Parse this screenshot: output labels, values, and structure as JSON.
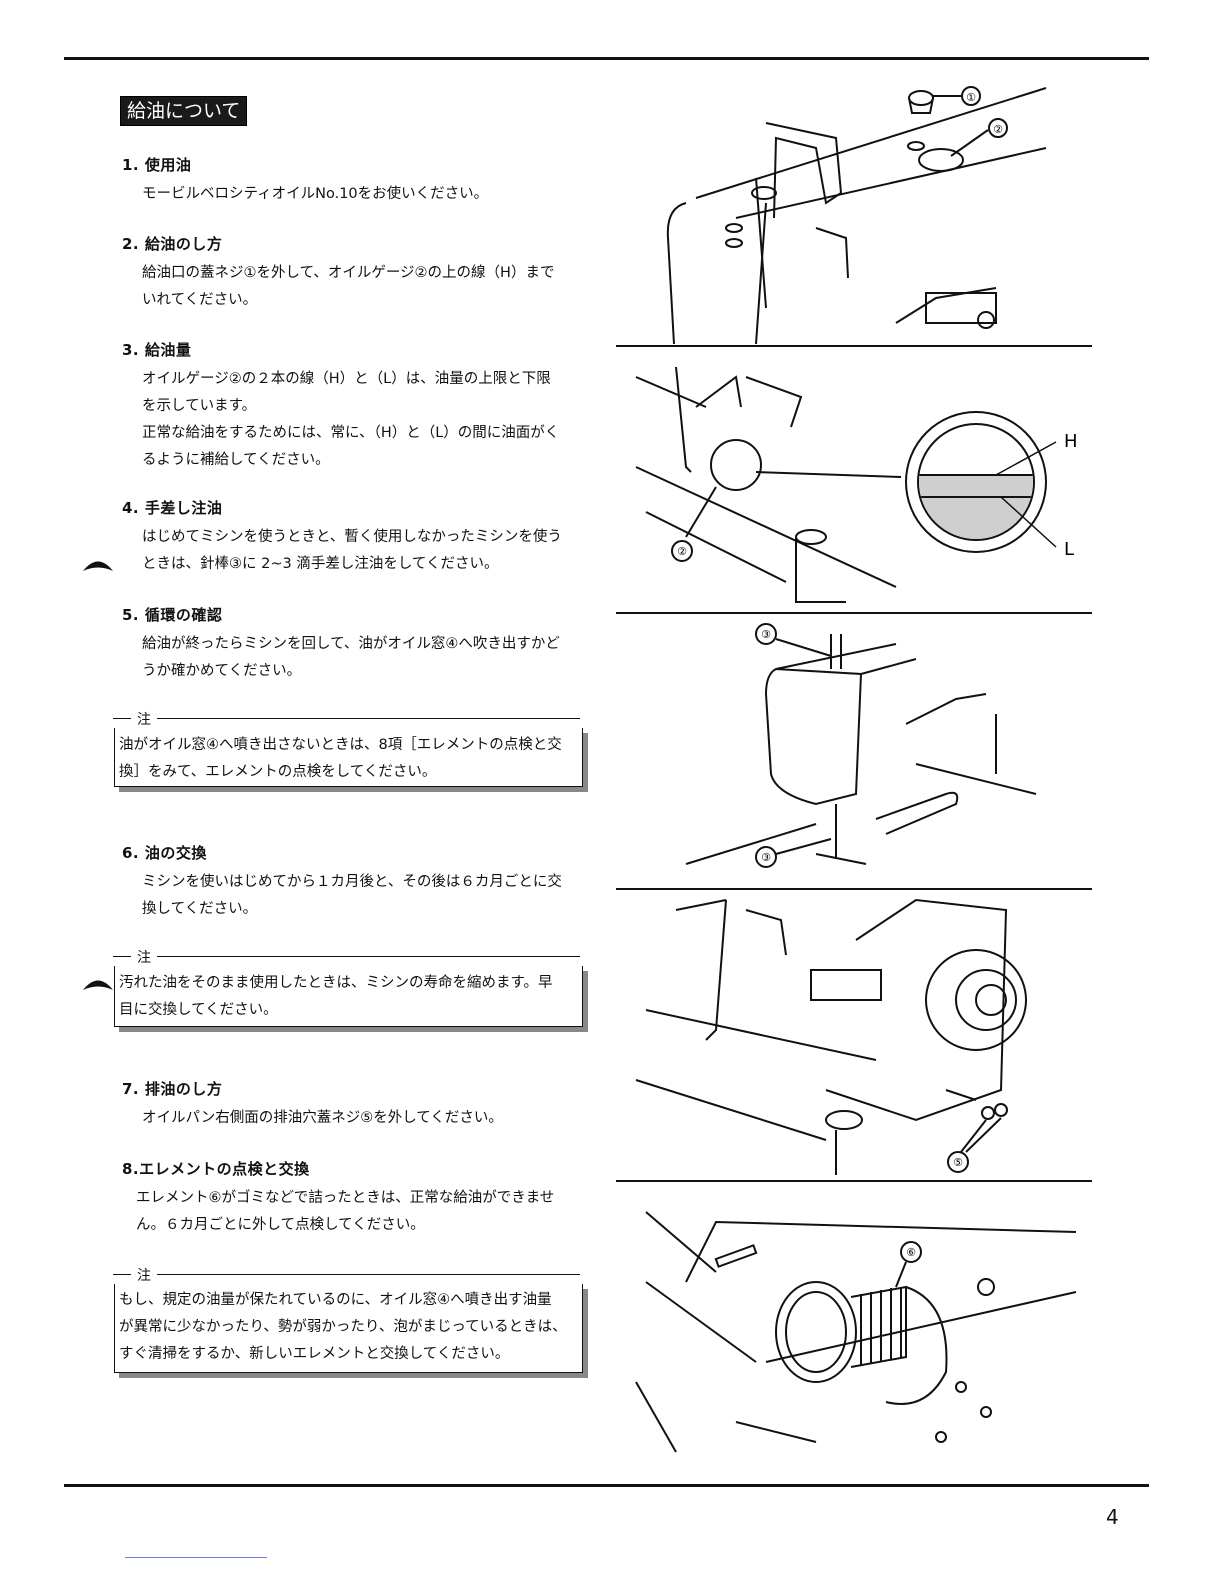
{
  "title": "給油について",
  "sections": [
    {
      "head": "1. 使用油",
      "body": [
        "モービルベロシティオイルNo.10をお使いください。"
      ]
    },
    {
      "head": "2. 給油のし方",
      "body": [
        "給油口の蓋ネジ①を外して、オイルゲージ②の上の線（H）まで",
        "いれてください。"
      ]
    },
    {
      "head": "3. 給油量",
      "body": [
        "オイルゲージ②の２本の線（H）と（L）は、油量の上限と下限",
        "を示しています。",
        "正常な給油をするためには、常に、（H）と（L）の間に油面がく",
        "るように補給してください。"
      ]
    },
    {
      "head": "4. 手差し注油",
      "body": [
        "はじめてミシンを使うときと、暫く使用しなかったミシンを使う",
        "ときは、針棒③に 2~3 滴手差し注油をしてください。"
      ]
    },
    {
      "head": "5. 循環の確認",
      "body": [
        "給油が終ったらミシンを回して、油がオイル窓④へ吹き出すかど",
        "うか確かめてください。"
      ]
    },
    {
      "head": "6. 油の交換",
      "body": [
        "ミシンを使いはじめてから１カ月後と、その後は６カ月ごとに交",
        "換してください。"
      ]
    },
    {
      "head": "7. 排油のし方",
      "body": [
        "オイルパン右側面の排油穴蓋ネジ⑤を外してください。"
      ]
    },
    {
      "head": "8.エレメントの点検と交換",
      "body": [
        "エレメント⑥がゴミなどで詰ったときは、正常な給油ができませ",
        "ん。６カ月ごとに外して点検してください。"
      ]
    }
  ],
  "notes": [
    {
      "label": "注",
      "body": [
        "油がオイル窓④へ噴き出さないときは、8項［エレメントの点検と交",
        "換］をみて、エレメントの点検をしてください。"
      ]
    },
    {
      "label": "注",
      "body": [
        "汚れた油をそのまま使用したときは、ミシンの寿命を縮めます。早",
        "目に交換してください。"
      ]
    },
    {
      "label": "注",
      "body": [
        "もし、規定の油量が保たれているのに、オイル窓④へ噴き出す油量",
        "が異常に少なかったり、勢が弱かったり、泡がまじっているときは、",
        "すぐ清掃をするか、新しいエレメントと交換してください。"
      ]
    }
  ],
  "figure_labels": {
    "fig1_1": "①",
    "fig1_2": "②",
    "fig2_H": "H",
    "fig2_L": "L",
    "fig2_2": "②",
    "fig3_3a": "③",
    "fig3_3b": "③",
    "fig4_5": "⑤",
    "fig5_6": "⑥"
  },
  "page_number": "4"
}
